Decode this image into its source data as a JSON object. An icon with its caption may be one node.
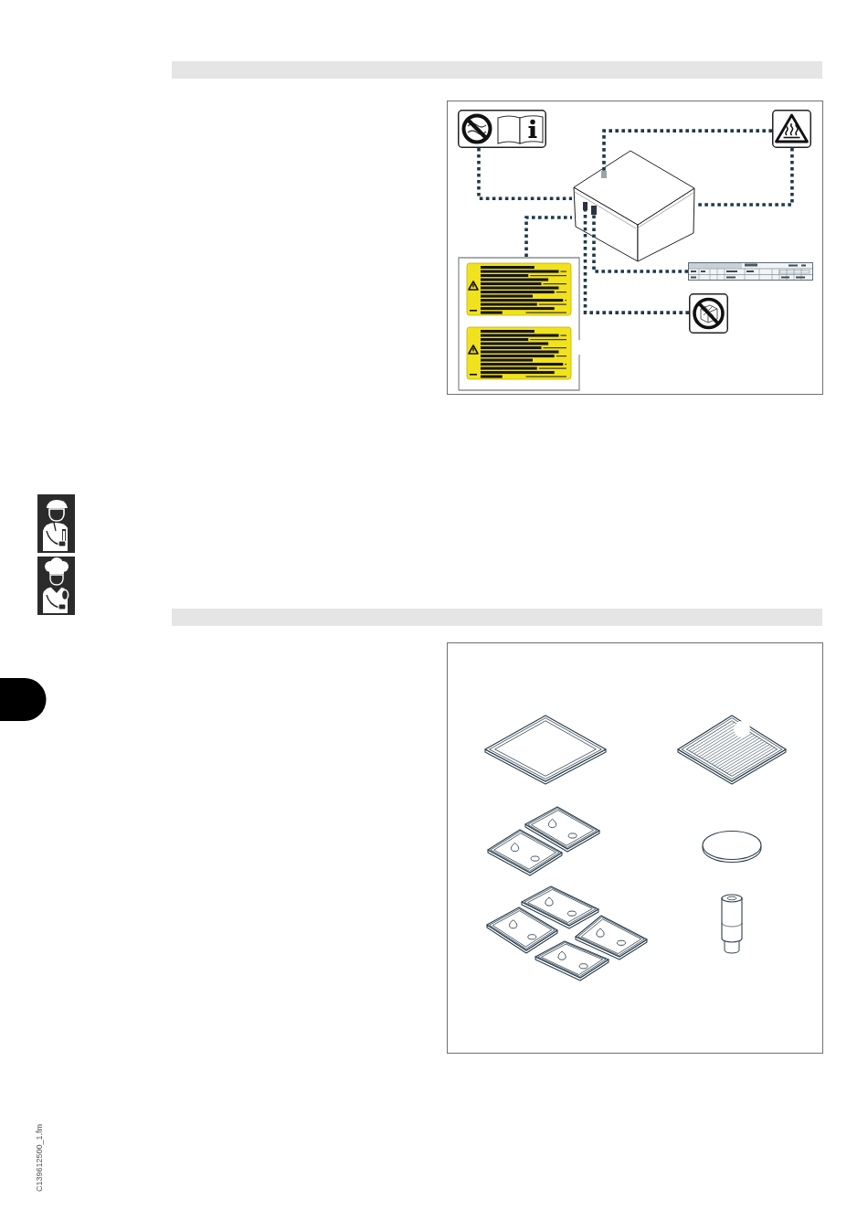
{
  "diagram": {
    "nodes": [
      {
        "text": [],
        "shape": "picture"
      },
      {
        "text": [],
        "shape": "picture"
      },
      {
        "text": [],
        "shape": "picture"
      },
      {
        "text": [],
        "shape": "box",
        "in": 2
      },
      {
        "text": [],
        "shape": "box",
        "in": 2
      },
      {
        "text": [],
        "shape": "box",
        "in": 2
      },
      {
        "text": [],
        "shape": "picture"
      },
      {
        "text": [],
        "shape": "picture"
      },
      {
        "text": [],
        "shape": "picture"
      }
    ],
    "edges": [
      {
        "from": 0,
        "to": 2,
        "arrow": "none",
        "style": "dashed"
      },
      {
        "from": 1,
        "to": 3,
        "arrow": "none",
        "style": "dashed"
      },
      {
        "from": 1,
        "to": 2,
        "arrow": "none",
        "style": "dashed"
      },
      {
        "from": 6,
        "to": 2,
        "arrow": "none",
        "style": "dashed"
      },
      {
        "from": 7,
        "to": 5,
        "arrow": "none",
        "style": "dashed"
      },
      {
        "from": 8,
        "to": 4,
        "arrow": "none",
        "style": "dashed"
      }
    ],
    "labels": [
      "C139612500_1.fm"
    ]
  }
}
